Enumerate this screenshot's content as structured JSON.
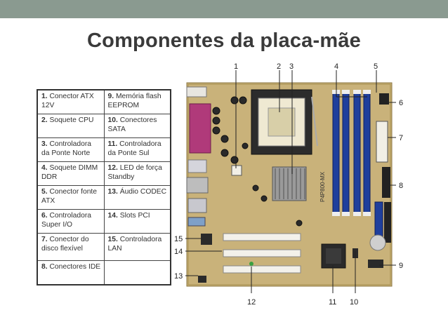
{
  "slide": {
    "title": "Componentes da placa-mãe"
  },
  "legend": {
    "rows": [
      [
        {
          "num": "1.",
          "text": "Conector ATX 12V"
        },
        {
          "num": "9.",
          "text": "Memória flash EEPROM"
        }
      ],
      [
        {
          "num": "2.",
          "text": "Soquete CPU"
        },
        {
          "num": "10.",
          "text": "Conectores SATA"
        }
      ],
      [
        {
          "num": "3.",
          "text": "Controladora da Ponte Norte"
        },
        {
          "num": "11.",
          "text": "Controladora da Ponte Sul"
        }
      ],
      [
        {
          "num": "4.",
          "text": "Soquete DIMM DDR"
        },
        {
          "num": "12.",
          "text": "LED de força Standby"
        }
      ],
      [
        {
          "num": "5.",
          "text": "Conector fonte ATX"
        },
        {
          "num": "13.",
          "text": "Áudio CODEC"
        }
      ],
      [
        {
          "num": "6.",
          "text": "Controladora Super I/O"
        },
        {
          "num": "14.",
          "text": "Slots PCI"
        }
      ],
      [
        {
          "num": "7.",
          "text": "Conector do disco flexível"
        },
        {
          "num": "15.",
          "text": "Controladora LAN"
        }
      ],
      [
        {
          "num": "8.",
          "text": "Conectores IDE"
        },
        {
          "num": "",
          "text": ""
        }
      ]
    ]
  },
  "board": {
    "model_text": "P4P800-MX",
    "callouts": {
      "c1": "1",
      "c2": "2",
      "c3": "3",
      "c4": "4",
      "c5": "5",
      "c6": "6",
      "c7": "7",
      "c8": "8",
      "c9": "9",
      "c10": "10",
      "c11": "11",
      "c12": "12",
      "c13": "13",
      "c14": "14",
      "c15": "15"
    }
  }
}
